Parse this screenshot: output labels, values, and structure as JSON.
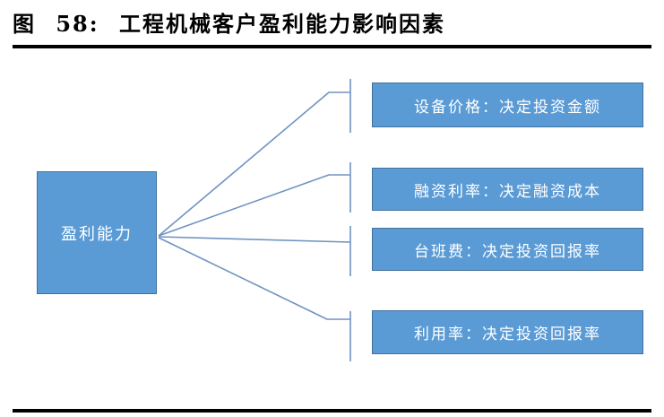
{
  "figure": {
    "title": "图 58: 工程机械客户盈利能力影响因素"
  },
  "diagram": {
    "source": {
      "label": "盈利能力"
    },
    "factors": [
      {
        "label": "设备价格：决定投资金额"
      },
      {
        "label": "融资利率：决定融资成本"
      },
      {
        "label": "台班费：决定投资回报率"
      },
      {
        "label": "利用率：决定投资回报率"
      }
    ],
    "colors": {
      "box_fill": "#5B9BD5",
      "box_border": "#41719C",
      "box_text": "#FFFFFF",
      "connector": "#7093C2",
      "rule": "#000000",
      "title_text": "#000000"
    }
  }
}
